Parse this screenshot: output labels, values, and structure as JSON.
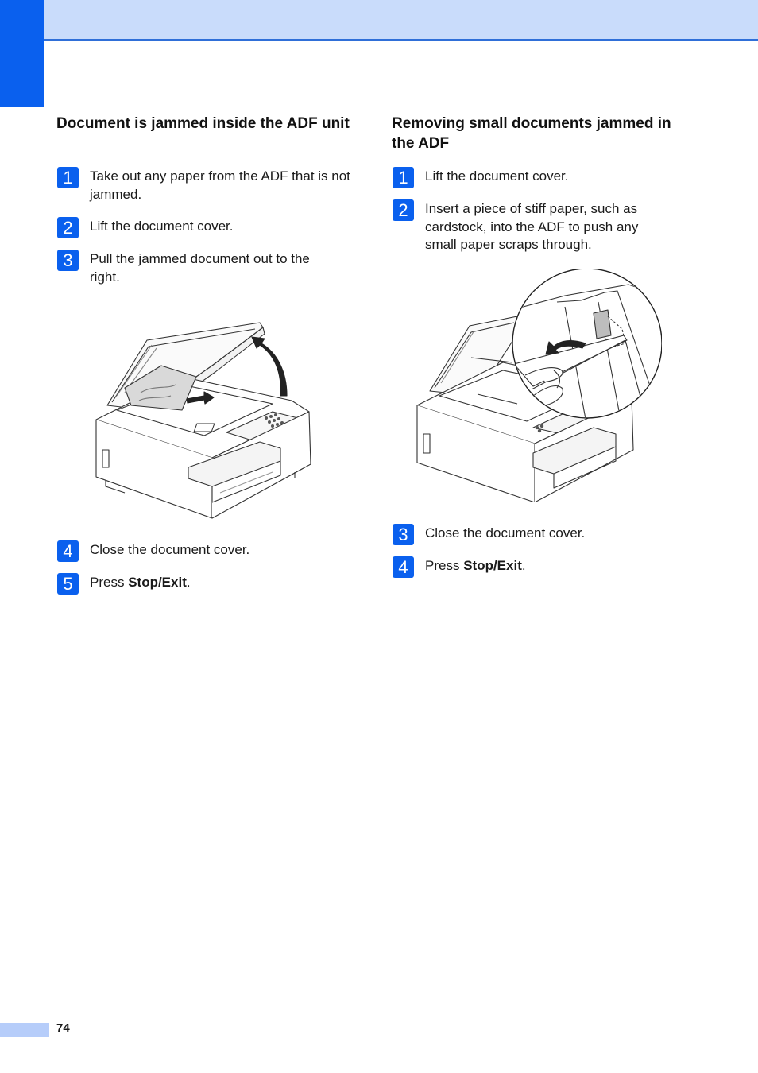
{
  "left": {
    "heading": "Document is jammed inside the ADF unit",
    "steps": [
      {
        "num": "1",
        "text": "Take out any paper from the ADF that is not jammed."
      },
      {
        "num": "2",
        "text": "Lift the document cover."
      },
      {
        "num": "3",
        "text": "Pull the jammed document out to the right."
      },
      {
        "num": "4",
        "text": "Close the document cover."
      },
      {
        "num": "5",
        "prefix": "Press ",
        "bold": "Stop/Exit",
        "suffix": "."
      }
    ]
  },
  "right": {
    "heading": "Removing small documents jammed in the ADF",
    "steps": [
      {
        "num": "1",
        "text": "Lift the document cover."
      },
      {
        "num": "2",
        "text": "Insert a piece of stiff paper, such as cardstock, into the ADF to push any small paper scraps through."
      },
      {
        "num": "3",
        "text": "Close the document cover."
      },
      {
        "num": "4",
        "prefix": "Press ",
        "bold": "Stop/Exit",
        "suffix": "."
      }
    ]
  },
  "footer": {
    "page_number": "74"
  },
  "colors": {
    "accent": "#0a60ee",
    "band": "#c9dcfb",
    "footer_band": "#b6cdfa"
  }
}
